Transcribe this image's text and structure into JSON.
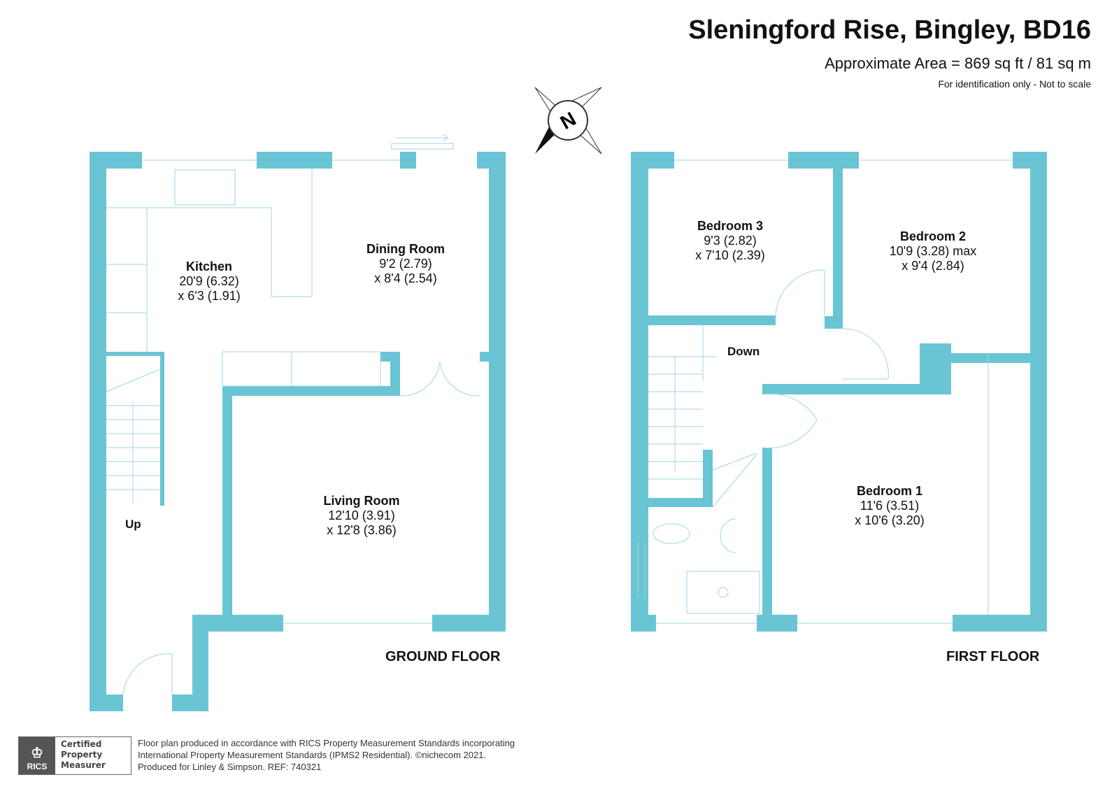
{
  "header": {
    "title": "Sleningford Rise, Bingley, BD16",
    "area": "Approximate Area = 869 sq ft / 81 sq m",
    "note": "For identification only - Not to scale"
  },
  "compass": {
    "label": "N"
  },
  "colors": {
    "wall": "#69c5d4",
    "fixture": "#9fd6e0"
  },
  "ground_floor": {
    "label": "GROUND FLOOR",
    "stairs_label": "Up",
    "rooms": [
      {
        "name": "Kitchen",
        "dim1": "20'9 (6.32)",
        "dim2": "x 6'3 (1.91)"
      },
      {
        "name": "Dining Room",
        "dim1": "9'2 (2.79)",
        "dim2": "x 8'4 (2.54)"
      },
      {
        "name": "Living Room",
        "dim1": "12'10 (3.91)",
        "dim2": "x 12'8 (3.86)"
      }
    ]
  },
  "first_floor": {
    "label": "FIRST FLOOR",
    "stairs_label": "Down",
    "rooms": [
      {
        "name": "Bedroom 3",
        "dim1": "9'3 (2.82)",
        "dim2": "x 7'10 (2.39)"
      },
      {
        "name": "Bedroom 2",
        "dim1": "10'9 (3.28) max",
        "dim2": "x 9'4 (2.84)"
      },
      {
        "name": "Bedroom 1",
        "dim1": "11'6 (3.51)",
        "dim2": "x 10'6 (3.20)"
      }
    ]
  },
  "badge": {
    "org": "RICS",
    "line1": "Certified",
    "line2": "Property",
    "line3": "Measurer"
  },
  "footer": {
    "line1": "Floor plan produced in accordance with RICS Property Measurement Standards incorporating",
    "line2": "International Property Measurement Standards (IPMS2 Residential).   ©nichecom 2021.",
    "line3": "Produced for Linley & Simpson.    REF: 740321"
  }
}
